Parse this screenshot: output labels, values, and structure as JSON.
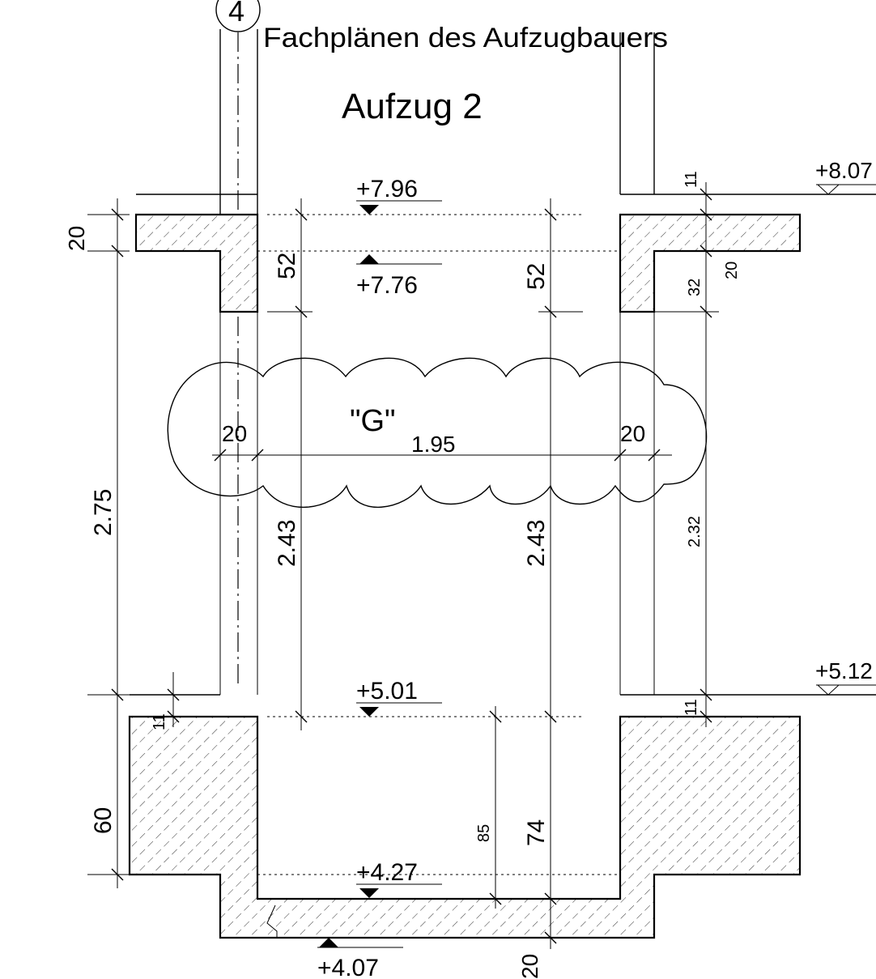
{
  "header": {
    "axis_number": "4",
    "subtitle": "Fachplänen des Aufzugbauers",
    "title": "Aufzug 2"
  },
  "levels": {
    "top_slab_top": "+7.96",
    "top_slab_bottom": "+7.76",
    "floor_upper_right": "+8.07",
    "floor_lower_right": "+5.12",
    "sill": "+5.01",
    "pit_floor": "+4.27",
    "pit_bottom": "+4.07"
  },
  "dimensions": {
    "left_slab": "20",
    "left_upper": "52",
    "left_height_total": "2.75",
    "left_opening": "2.43",
    "left_small": "11",
    "left_pit_slab": "60",
    "wall_left": "20",
    "shaft_width": "1.95",
    "wall_right": "20",
    "center_upper": "52",
    "center_opening": "2.43",
    "center_pit": "74",
    "center_pit_bottom": "20",
    "pit_depth": "85",
    "right_top_small": "11",
    "right_slab": "20",
    "right_upper": "32",
    "right_height": "2.32",
    "right_bottom_small": "11"
  },
  "cloud_label": "\"G\""
}
